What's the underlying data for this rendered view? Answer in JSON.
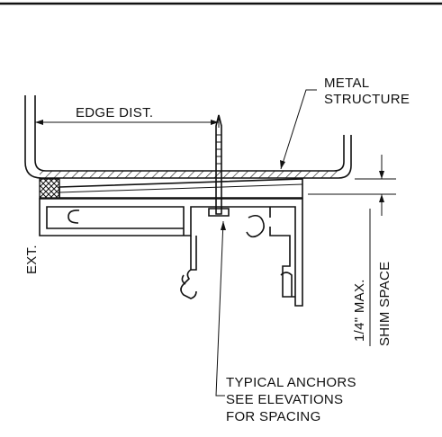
{
  "labels": {
    "metal_structure_line1": "METAL",
    "metal_structure_line2": "STRUCTURE",
    "edge_dist": "EDGE DIST.",
    "exterior": "EXT.",
    "shim_max": "1/4\" MAX.",
    "shim_space": "SHIM SPACE",
    "anchors_line1": "TYPICAL ANCHORS",
    "anchors_line2": "SEE ELEVATIONS",
    "anchors_line3": "FOR SPACING"
  },
  "colors": {
    "ink": "#111111",
    "paper": "#ffffff"
  }
}
